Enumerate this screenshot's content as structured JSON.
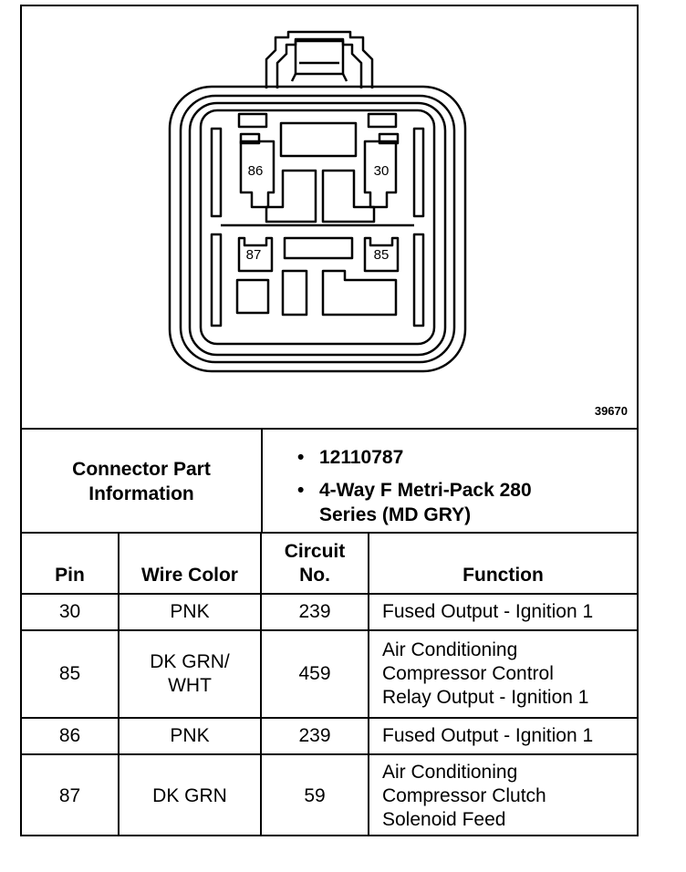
{
  "diagram": {
    "figure_number": "39670",
    "pins": [
      "86",
      "30",
      "87",
      "85"
    ]
  },
  "connector_info": {
    "label_line1": "Connector Part",
    "label_line2": "Information",
    "part_number": "12110787",
    "description_line1": "4-Way F Metri-Pack 280",
    "description_line2": "Series (MD GRY)",
    "bullet": "•"
  },
  "table": {
    "headers": {
      "pin": "Pin",
      "wire_color": "Wire Color",
      "circuit_line1": "Circuit",
      "circuit_line2": "No.",
      "function": "Function"
    },
    "rows": [
      {
        "pin": "30",
        "wire_line1": "PNK",
        "wire_line2": "",
        "circuit": "239",
        "function_lines": [
          "Fused Output - Ignition 1"
        ]
      },
      {
        "pin": "85",
        "wire_line1": "DK GRN/",
        "wire_line2": "WHT",
        "circuit": "459",
        "function_lines": [
          "Air Conditioning",
          "Compressor Control",
          "Relay Output - Ignition 1"
        ]
      },
      {
        "pin": "86",
        "wire_line1": "PNK",
        "wire_line2": "",
        "circuit": "239",
        "function_lines": [
          "Fused Output - Ignition 1"
        ]
      },
      {
        "pin": "87",
        "wire_line1": "DK GRN",
        "wire_line2": "",
        "circuit": "59",
        "function_lines": [
          "Air Conditioning",
          "Compressor Clutch",
          "Solenoid Feed"
        ]
      }
    ]
  }
}
